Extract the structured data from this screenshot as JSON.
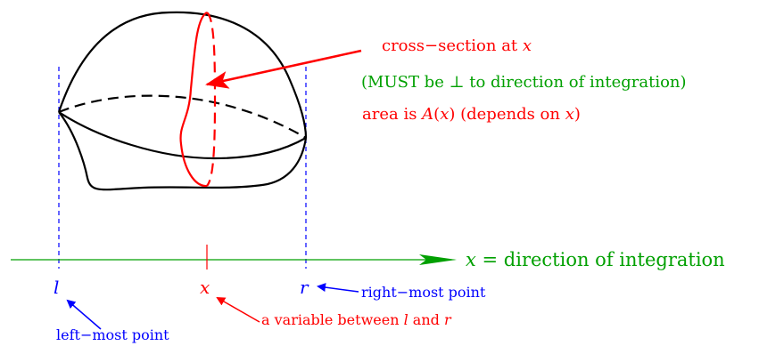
{
  "colors": {
    "shape": "#000000",
    "cross_section": "#ff0000",
    "bounds": "#0000ff",
    "axis": "#00a000"
  },
  "callout": {
    "line1_prefix": "cross−section at ",
    "line1_var": "x",
    "line2": "(MUST be ⊥ to direction of integration)",
    "line3_prefix": "area is ",
    "line3_func": "A",
    "line3_mid": "(",
    "line3_var": "x",
    "line3_mid2": ") (depends on ",
    "line3_var2": "x",
    "line3_end": ")"
  },
  "axis": {
    "var": "x",
    "label": " = direction of integration"
  },
  "marks": {
    "left": "l",
    "right": "r",
    "var": "x"
  },
  "labels": {
    "right_most": "right−most point",
    "left_most": "left−most point",
    "between_prefix": "a variable between ",
    "between_l": "l",
    "between_and": " and ",
    "between_r": "r"
  }
}
